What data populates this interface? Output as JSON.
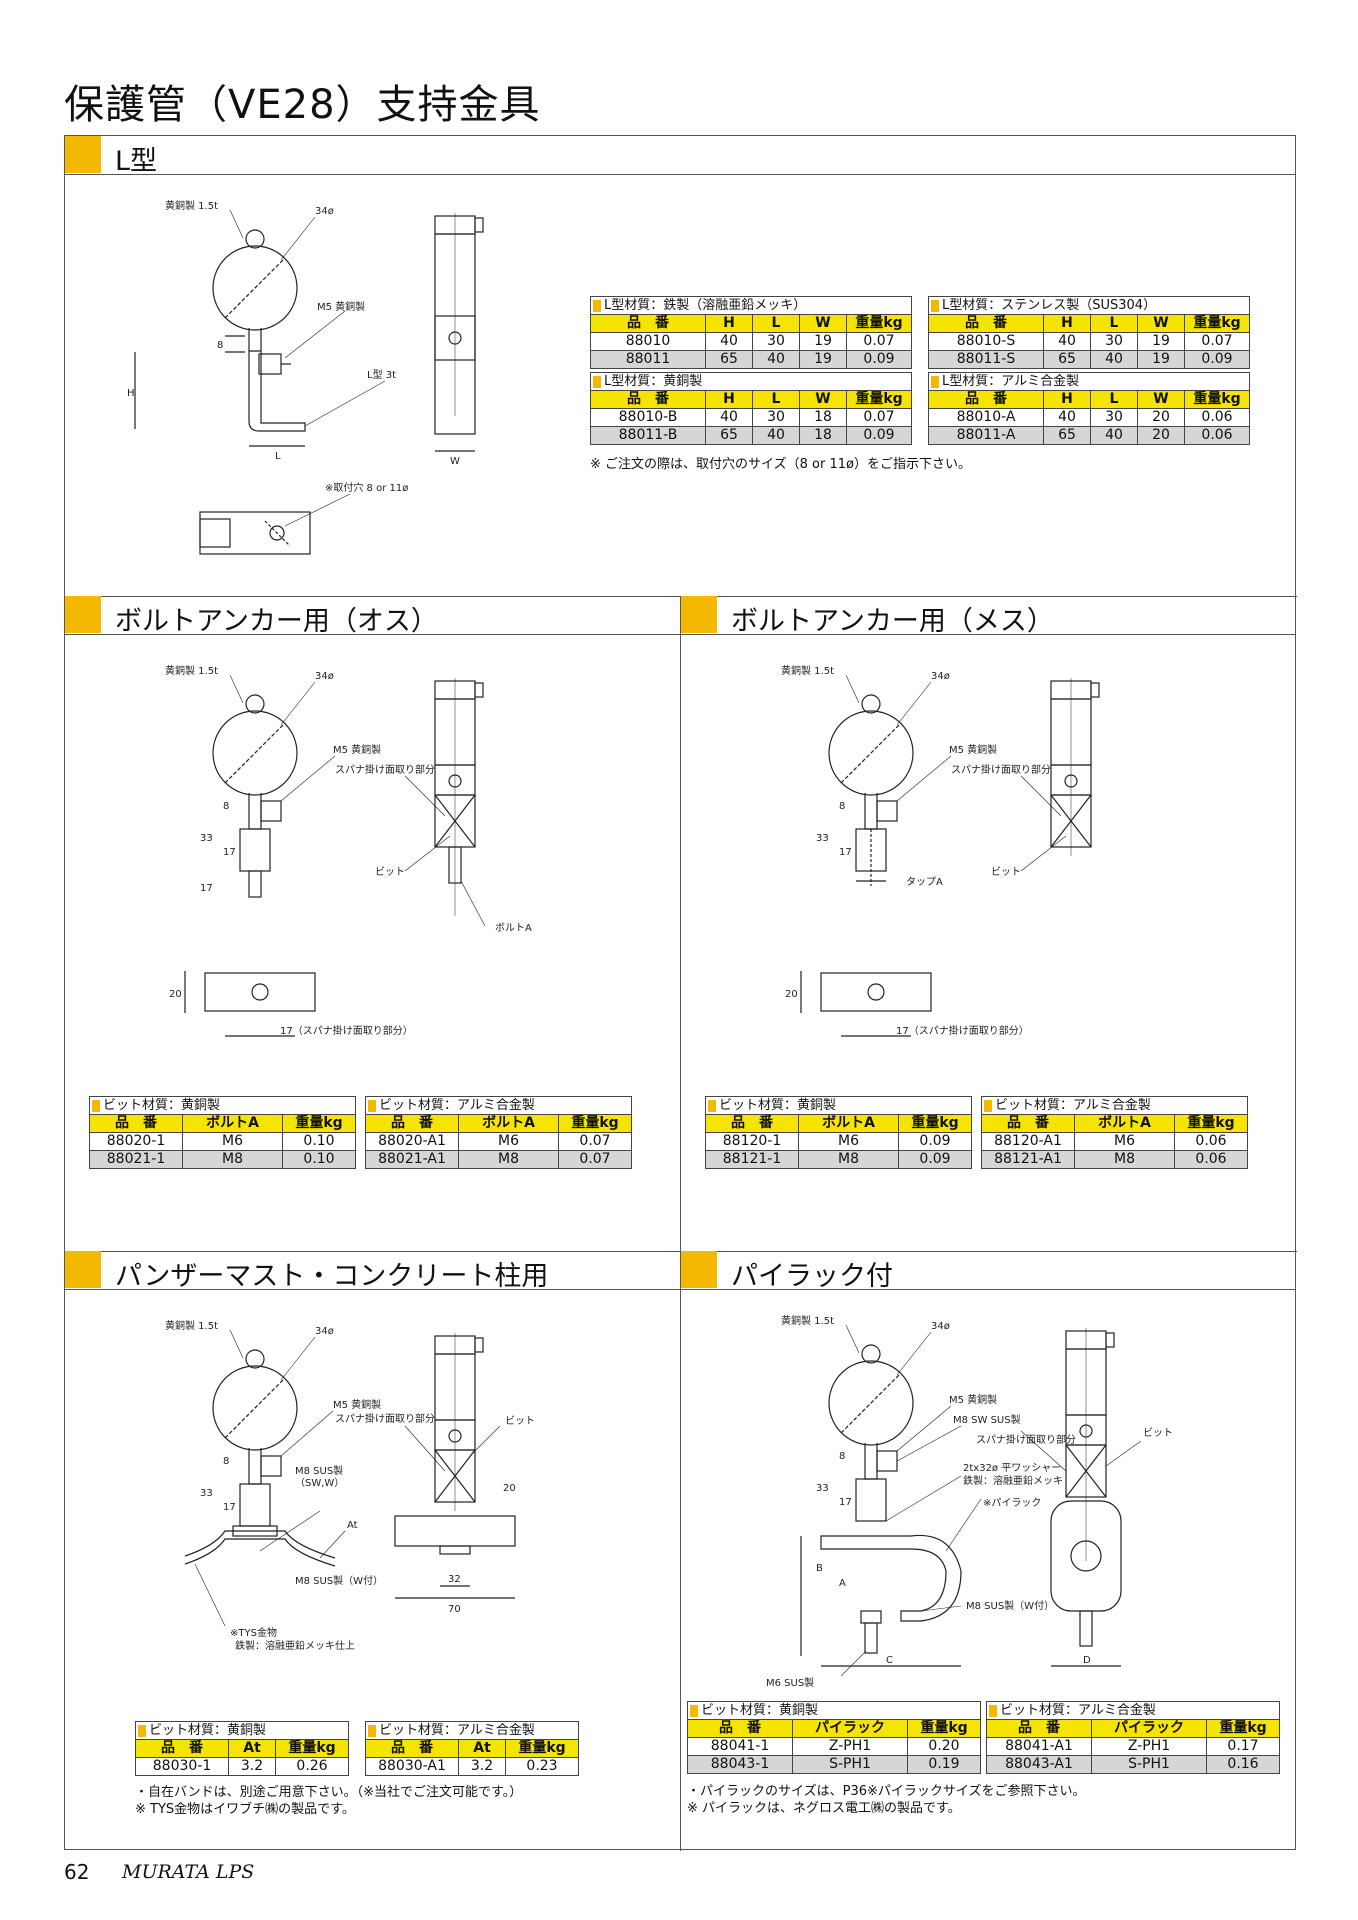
{
  "page_title": "保護管（VE28）支持金具",
  "sections": {
    "ltype": "L型",
    "bolt_male": "ボルトアンカー用（オス）",
    "bolt_female": "ボルトアンカー用（メス）",
    "panzer": "パンザーマスト・コンクリート柱用",
    "pipe_rack": "パイラック付"
  },
  "drawing_labels": {
    "brass_15t": "黄銅製  1.5t",
    "dia34": "34ø",
    "m5_brass": "M5  黄銅製",
    "ltype_3t": "L型  3t",
    "dim_h": "H",
    "dim_l": "L",
    "dim_w": "W",
    "dim_8": "8",
    "mount_hole": "※取付穴  8  or  11ø",
    "spanner": "スパナ掛け面取り部分",
    "bit": "ビット",
    "bolt_a": "ボルトA",
    "tap_a": "タップA",
    "dim_33": "33",
    "dim_17": "17",
    "dim_20": "20",
    "dim_17_spanner": "17（スパナ掛け面取り部分）",
    "m8_sus": "M8  SUS製",
    "sw_w": "（SW,W）",
    "at": "At",
    "m8_sus_w": "M8  SUS製（W付）",
    "tys_1": "※TYS金物",
    "tys_2": "鉄製：溶融亜鉛メッキ仕上",
    "dim_32": "32",
    "dim_70": "70",
    "m8_sw_sus": "M8  SW  SUS製",
    "washer_1": "2tx32ø  平ワッシャー",
    "washer_2": "鉄製：溶融亜鉛メッキ",
    "pipe_rack_note": "※パイラック",
    "m6_sus": "M6  SUS製",
    "dim_a": "A",
    "dim_b": "B",
    "dim_c": "C",
    "dim_d": "D"
  },
  "l_tables": {
    "iron": {
      "caption": "L型材質：鉄製（溶融亜鉛メッキ）",
      "headers": [
        "品　番",
        "H",
        "L",
        "W",
        "重量kg"
      ],
      "rows": [
        [
          "88010",
          "40",
          "30",
          "19",
          "0.07"
        ],
        [
          "88011",
          "65",
          "40",
          "19",
          "0.09"
        ]
      ]
    },
    "stainless": {
      "caption": "L型材質：ステンレス製（SUS304）",
      "headers": [
        "品　番",
        "H",
        "L",
        "W",
        "重量kg"
      ],
      "rows": [
        [
          "88010-S",
          "40",
          "30",
          "19",
          "0.07"
        ],
        [
          "88011-S",
          "65",
          "40",
          "19",
          "0.09"
        ]
      ]
    },
    "brass": {
      "caption": "L型材質：黄銅製",
      "headers": [
        "品　番",
        "H",
        "L",
        "W",
        "重量kg"
      ],
      "rows": [
        [
          "88010-B",
          "40",
          "30",
          "18",
          "0.07"
        ],
        [
          "88011-B",
          "65",
          "40",
          "18",
          "0.09"
        ]
      ]
    },
    "aluminum": {
      "caption": "L型材質：アルミ合金製",
      "headers": [
        "品　番",
        "H",
        "L",
        "W",
        "重量kg"
      ],
      "rows": [
        [
          "88010-A",
          "40",
          "30",
          "20",
          "0.06"
        ],
        [
          "88011-A",
          "65",
          "40",
          "20",
          "0.06"
        ]
      ]
    }
  },
  "l_note": "※ ご注文の際は、取付穴のサイズ（8 or 11ø）をご指示下さい。",
  "male_tables": {
    "brass": {
      "caption": "ビット材質：黄銅製",
      "headers": [
        "品　番",
        "ボルトA",
        "重量kg"
      ],
      "rows": [
        [
          "88020-1",
          "M6",
          "0.10"
        ],
        [
          "88021-1",
          "M8",
          "0.10"
        ]
      ]
    },
    "aluminum": {
      "caption": "ビット材質：アルミ合金製",
      "headers": [
        "品　番",
        "ボルトA",
        "重量kg"
      ],
      "rows": [
        [
          "88020-A1",
          "M6",
          "0.07"
        ],
        [
          "88021-A1",
          "M8",
          "0.07"
        ]
      ]
    }
  },
  "female_tables": {
    "brass": {
      "caption": "ビット材質：黄銅製",
      "headers": [
        "品　番",
        "ボルトA",
        "重量kg"
      ],
      "rows": [
        [
          "88120-1",
          "M6",
          "0.09"
        ],
        [
          "88121-1",
          "M8",
          "0.09"
        ]
      ]
    },
    "aluminum": {
      "caption": "ビット材質：アルミ合金製",
      "headers": [
        "品　番",
        "ボルトA",
        "重量kg"
      ],
      "rows": [
        [
          "88120-A1",
          "M6",
          "0.06"
        ],
        [
          "88121-A1",
          "M8",
          "0.06"
        ]
      ]
    }
  },
  "panzer_tables": {
    "brass": {
      "caption": "ビット材質：黄銅製",
      "headers": [
        "品　番",
        "At",
        "重量kg"
      ],
      "rows": [
        [
          "88030-1",
          "3.2",
          "0.26"
        ]
      ]
    },
    "aluminum": {
      "caption": "ビット材質：アルミ合金製",
      "headers": [
        "品　番",
        "At",
        "重量kg"
      ],
      "rows": [
        [
          "88030-A1",
          "3.2",
          "0.23"
        ]
      ]
    }
  },
  "panzer_notes": [
    "・自在バンドは、別途ご用意下さい。（※当社でご注文可能です。）",
    "※ TYS金物はイワブチ㈱の製品です。"
  ],
  "rack_tables": {
    "brass": {
      "caption": "ビット材質：黄銅製",
      "headers": [
        "品　番",
        "パイラック",
        "重量kg"
      ],
      "rows": [
        [
          "88041-1",
          "Z-PH1",
          "0.20"
        ],
        [
          "88043-1",
          "S-PH1",
          "0.19"
        ]
      ]
    },
    "aluminum": {
      "caption": "ビット材質：アルミ合金製",
      "headers": [
        "品　番",
        "パイラック",
        "重量kg"
      ],
      "rows": [
        [
          "88041-A1",
          "Z-PH1",
          "0.17"
        ],
        [
          "88043-A1",
          "S-PH1",
          "0.16"
        ]
      ]
    }
  },
  "rack_notes": [
    "・パイラックのサイズは、P36※パイラックサイズをご参照下さい。",
    "※ パイラックは、ネグロス電工㈱の製品です。"
  ],
  "footer": {
    "page_number": "62",
    "brand": "MURATA LPS"
  },
  "colors": {
    "accent": "#f5b800",
    "header_fill": "#f5e300",
    "row_alt": "#d6d6d6"
  }
}
